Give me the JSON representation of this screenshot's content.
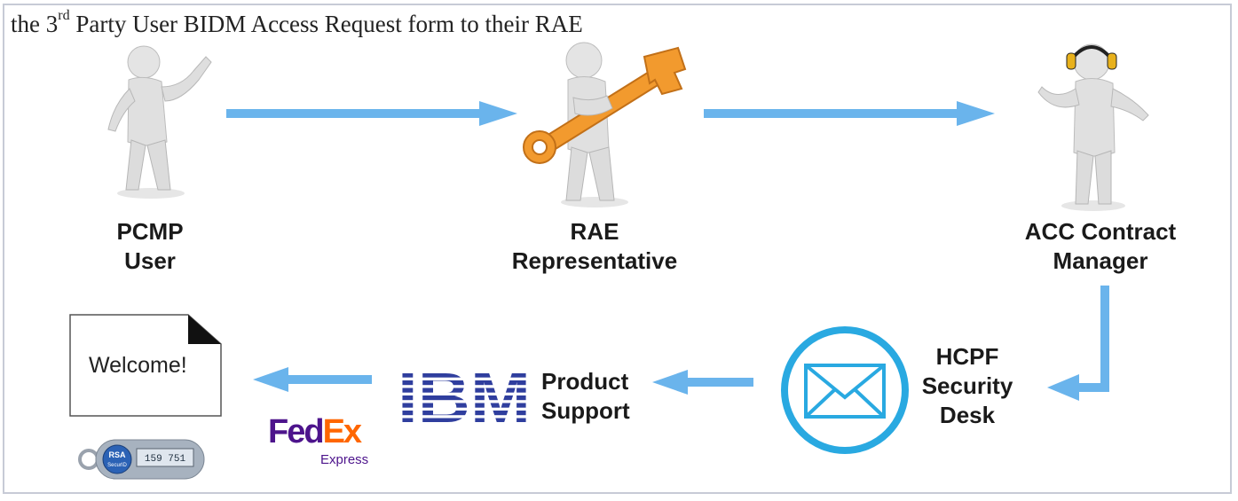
{
  "header": {
    "pre": "the 3",
    "sup": "rd",
    "post": " Party User BIDM Access Request form to their RAE"
  },
  "nodes": {
    "pcmp": {
      "line1": "PCMP",
      "line2": "User"
    },
    "rae": {
      "line1": "RAE",
      "line2": "Representative"
    },
    "acc": {
      "line1": "ACC Contract",
      "line2": "Manager"
    },
    "hcpf": {
      "line1": "HCPF",
      "line2": "Security",
      "line3": "Desk"
    },
    "ibm": {
      "logo": "IBM",
      "line1": "Product",
      "line2": "Support"
    },
    "welcome": {
      "text": "Welcome!"
    },
    "fedex": {
      "fe": "Fed",
      "ex": "Ex",
      "sub": "Express"
    },
    "token": {
      "brand": "RSA",
      "sub": "SecurID",
      "digits": "159 751"
    }
  },
  "colors": {
    "arrow": "#6ab4ec",
    "ibm": "#2f3e9e",
    "envelope": "#29a9e1",
    "key": "#f29a2e"
  }
}
